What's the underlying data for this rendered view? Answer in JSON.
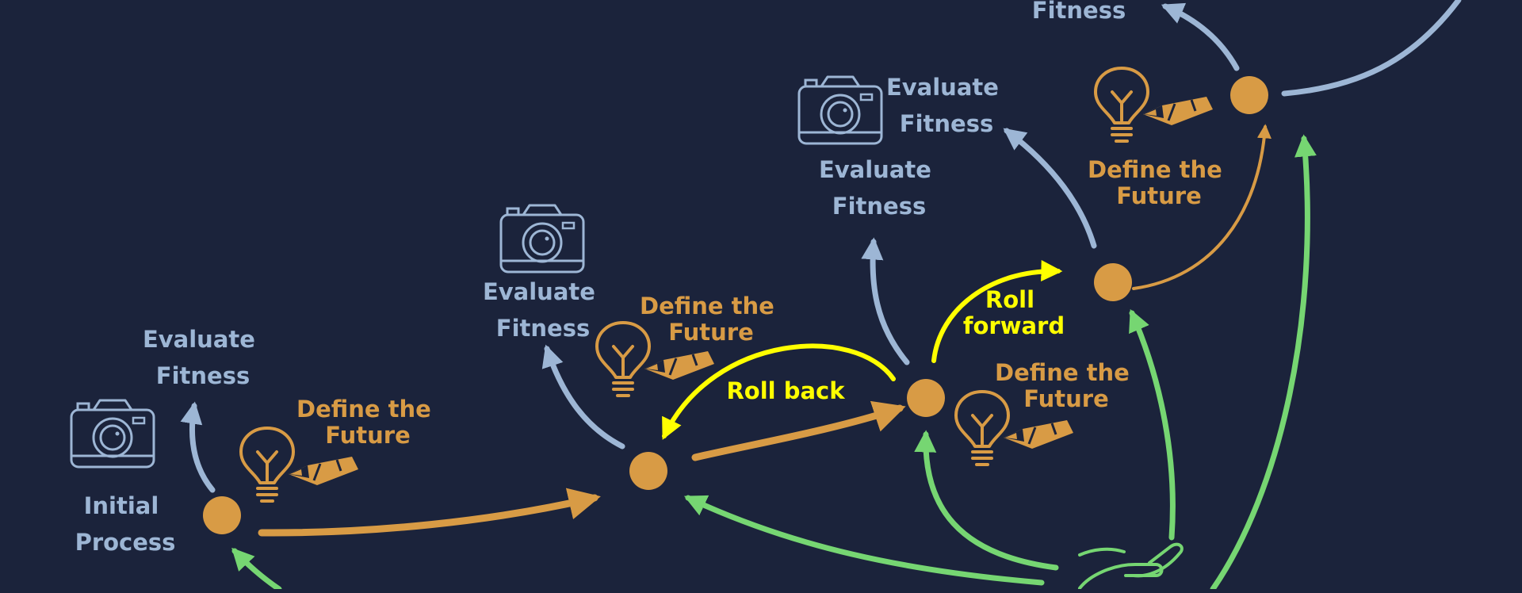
{
  "colors": {
    "background": "#1b233b",
    "orange": "#d89b45",
    "steel": "#9db6d5",
    "green": "#76d672",
    "yellow": "#ffff00"
  },
  "labels": {
    "initial_process_line1": "Initial",
    "initial_process_line2": "Process",
    "evaluate": "Evaluate",
    "fitness": "Fitness",
    "define_line1": "Define the",
    "define_line2": "Future",
    "roll_back": "Roll back",
    "roll_forward_line1": "Roll",
    "roll_forward_line2": "forward"
  },
  "icons": {
    "camera": "camera-icon",
    "lightbulb_pencil": "lightbulb-pencil-icon",
    "hand": "hand-icon",
    "node": "process-node"
  }
}
